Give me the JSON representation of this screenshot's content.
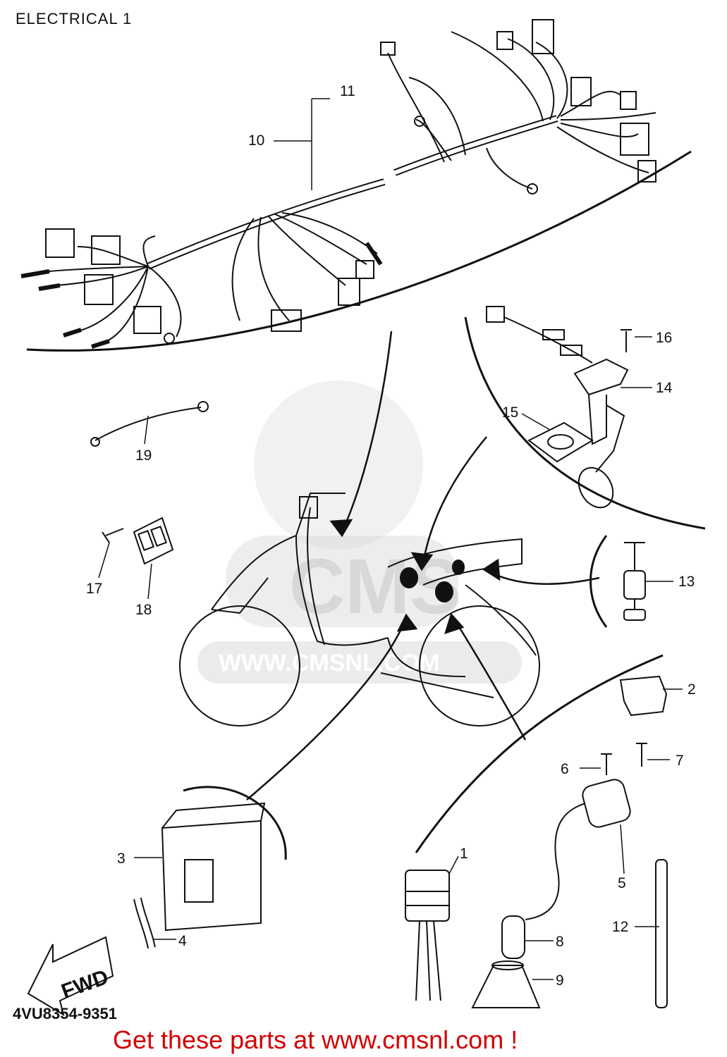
{
  "page": {
    "title": "ELECTRICAL 1",
    "ref_code": "4VU8354-9351",
    "promo_text": "Get these parts at www.cmsnl.com !",
    "watermark_text": "WWW.CMSNL.COM",
    "watermark_brand": "CMS",
    "fwd_label": "FWD"
  },
  "callouts": [
    {
      "num": "1"
    },
    {
      "num": "2"
    },
    {
      "num": "3"
    },
    {
      "num": "4"
    },
    {
      "num": "5"
    },
    {
      "num": "6"
    },
    {
      "num": "7"
    },
    {
      "num": "8"
    },
    {
      "num": "9"
    },
    {
      "num": "10"
    },
    {
      "num": "11"
    },
    {
      "num": "12"
    },
    {
      "num": "13"
    },
    {
      "num": "14"
    },
    {
      "num": "15"
    },
    {
      "num": "16"
    },
    {
      "num": "17"
    },
    {
      "num": "18"
    },
    {
      "num": "19"
    }
  ],
  "colors": {
    "line": "#111111",
    "promo": "#d30000",
    "watermark": "#d8d8d8"
  }
}
